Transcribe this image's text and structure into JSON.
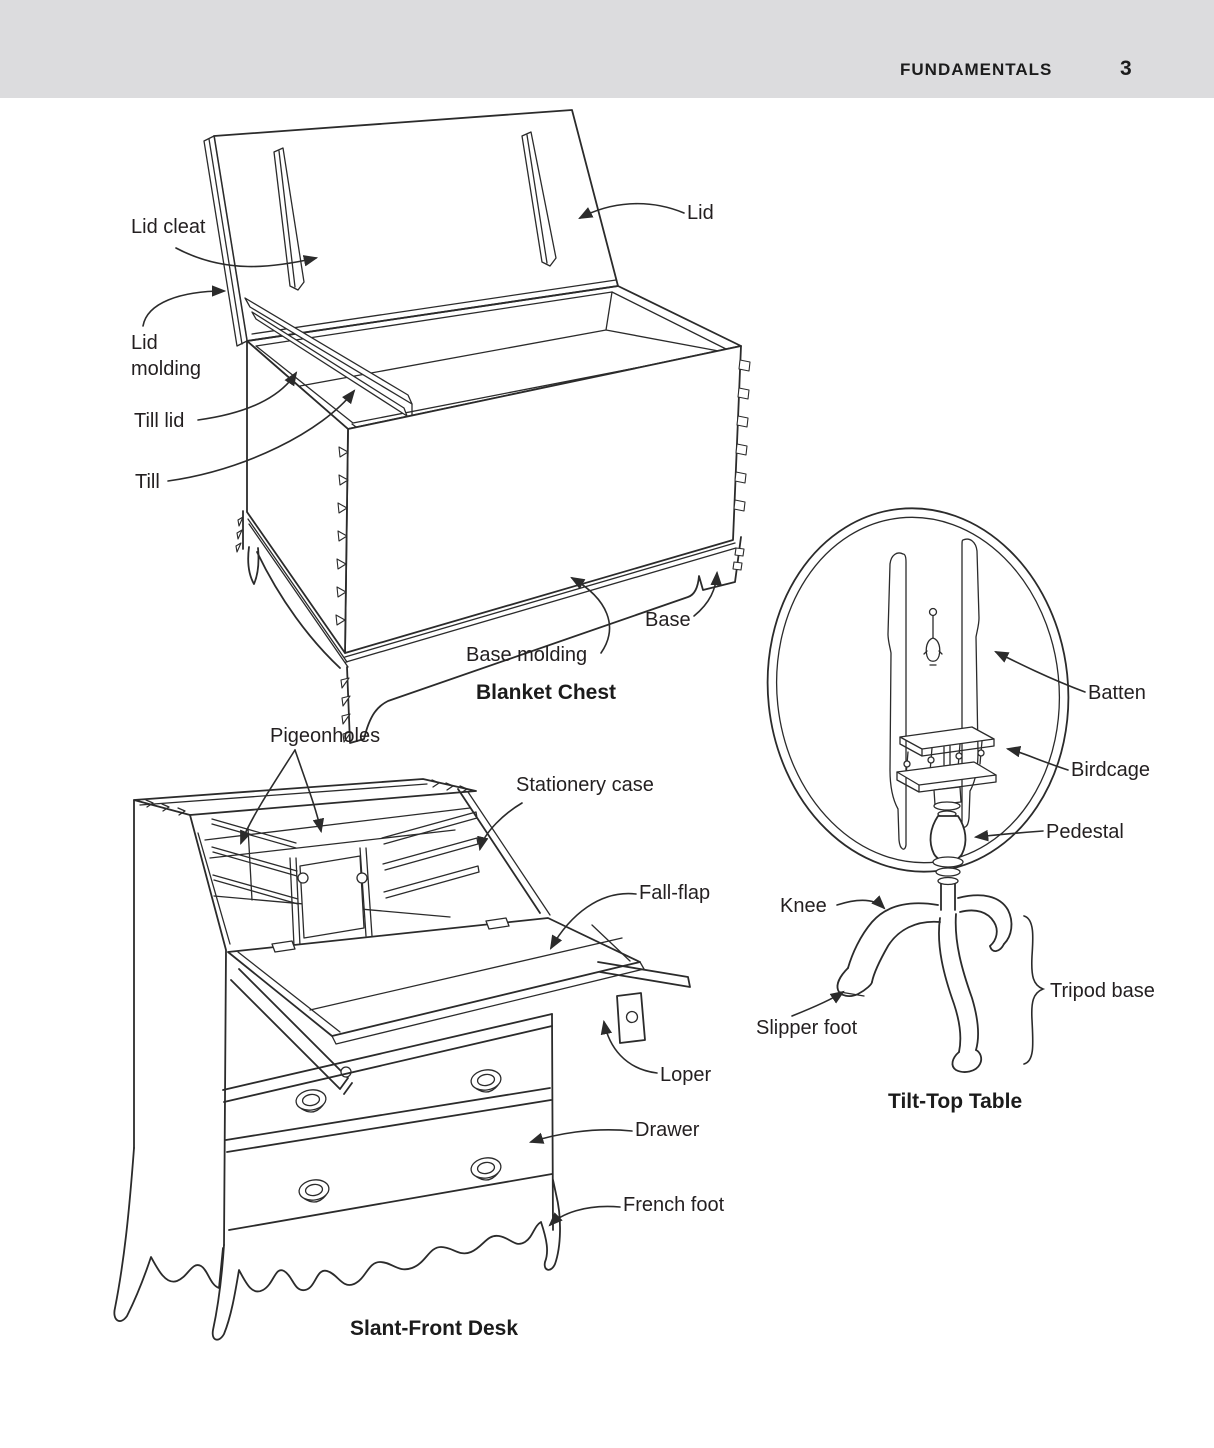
{
  "header": {
    "title": "FUNDAMENTALS",
    "page_number": "3"
  },
  "colors": {
    "band": "#dcdcde",
    "line": "#2b2b2b",
    "text": "#231f20",
    "background": "#ffffff"
  },
  "diagrams": [
    {
      "name": "blanket-chest",
      "caption": "Blanket Chest",
      "labels": [
        {
          "text": "Lid cleat"
        },
        {
          "text": "Lid"
        },
        {
          "text": "Lid molding"
        },
        {
          "text": "Till lid"
        },
        {
          "text": "Till"
        },
        {
          "text": "Base"
        },
        {
          "text": "Base molding"
        }
      ]
    },
    {
      "name": "slant-front-desk",
      "caption": "Slant-Front Desk",
      "labels": [
        {
          "text": "Pigeonholes"
        },
        {
          "text": "Stationery case"
        },
        {
          "text": "Fall-flap"
        },
        {
          "text": "Loper"
        },
        {
          "text": "Drawer"
        },
        {
          "text": "French foot"
        }
      ]
    },
    {
      "name": "tilt-top-table",
      "caption": "Tilt-Top Table",
      "labels": [
        {
          "text": "Batten"
        },
        {
          "text": "Birdcage"
        },
        {
          "text": "Pedestal"
        },
        {
          "text": "Knee"
        },
        {
          "text": "Tripod base"
        },
        {
          "text": "Slipper foot"
        }
      ]
    }
  ]
}
